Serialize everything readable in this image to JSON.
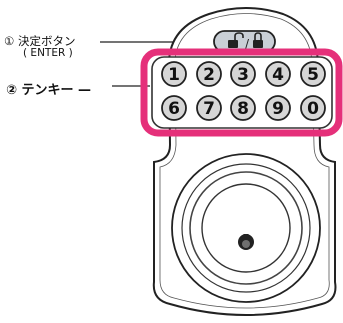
{
  "labels": {
    "enter_button_line1": "① 決定ボタン",
    "enter_button_line2": "( ENTER )",
    "keypad": "② テンキー —"
  },
  "keypad": {
    "row1": [
      "1",
      "2",
      "3",
      "4",
      "5"
    ],
    "row2": [
      "6",
      "7",
      "8",
      "9",
      "0"
    ]
  },
  "enter_button": {
    "icons": [
      "unlock-icon",
      "lock-icon"
    ],
    "separator": "/"
  },
  "colors": {
    "highlight": "#e5307a",
    "outline": "#222222",
    "button_fill": "#d6d6d6",
    "button_face": "#c9cfd6"
  }
}
